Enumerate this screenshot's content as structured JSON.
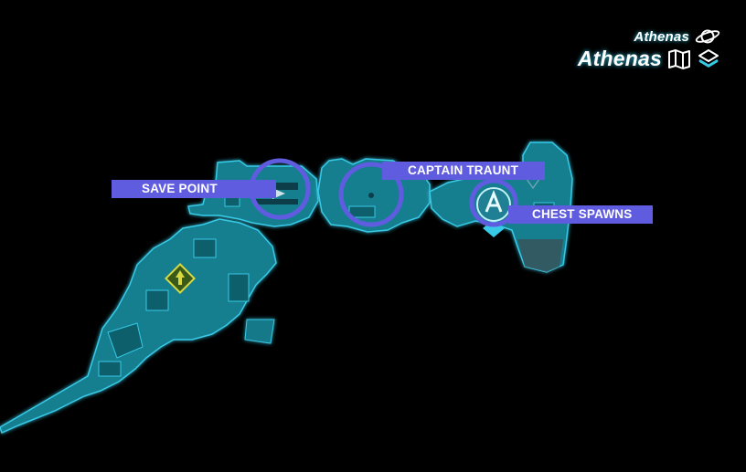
{
  "hud": {
    "planet_name": "Athenas",
    "zone_name": "Athenas",
    "icons": [
      "planet-icon",
      "map-icon",
      "layers-icon"
    ]
  },
  "markers": {
    "save_point": {
      "label": "SAVE POINT"
    },
    "captain_traunt": {
      "label": "CAPTAIN TRAUNT"
    },
    "chest_spawns": {
      "label": "CHEST SPAWNS"
    }
  },
  "colors": {
    "background": "#000000",
    "map_fill": "#157f8f",
    "map_glow": "#37c9e6",
    "highlight": "#5f5ce0",
    "label_text": "#ffffff"
  }
}
